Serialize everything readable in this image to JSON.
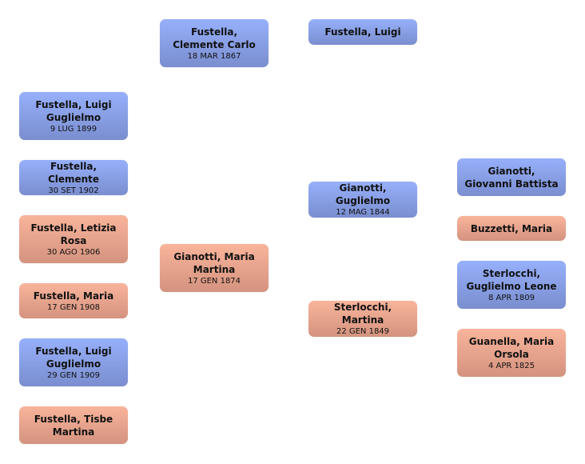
{
  "colors": {
    "male": "#8a9fe6",
    "female": "#e8a38d"
  },
  "people": [
    {
      "name": "Fustella, Luigi Guglielmo",
      "date": "9 LUG 1899",
      "sex": "male"
    },
    {
      "name": "Fustella, Clemente",
      "date": "30 SET 1902",
      "sex": "male"
    },
    {
      "name": "Fustella, Letizia Rosa",
      "date": "30 AGO 1906",
      "sex": "female"
    },
    {
      "name": "Fustella, Maria",
      "date": "17 GEN 1908",
      "sex": "female"
    },
    {
      "name": "Fustella, Luigi Guglielmo",
      "date": "29 GEN 1909",
      "sex": "male"
    },
    {
      "name": "Fustella, Tisbe Martina",
      "date": "",
      "sex": "female"
    },
    {
      "name": "Fustella, Clemente Carlo",
      "date": "18 MAR 1867",
      "sex": "male"
    },
    {
      "name": "Gianotti, Maria Martina",
      "date": "17 GEN 1874",
      "sex": "female"
    },
    {
      "name": "Fustella, Luigi",
      "date": "",
      "sex": "male"
    },
    {
      "name": "Gianotti, Guglielmo",
      "date": "12 MAG 1844",
      "sex": "male"
    },
    {
      "name": "Sterlocchi, Martina",
      "date": "22 GEN 1849",
      "sex": "female"
    },
    {
      "name": "Gianotti, Giovanni Battista",
      "date": "",
      "sex": "male"
    },
    {
      "name": "Buzzetti, Maria",
      "date": "",
      "sex": "female"
    },
    {
      "name": "Sterlocchi, Guglielmo Leone",
      "date": "8 APR 1809",
      "sex": "male"
    },
    {
      "name": "Guanella, Maria Orsola",
      "date": "4 APR 1825",
      "sex": "female"
    }
  ]
}
